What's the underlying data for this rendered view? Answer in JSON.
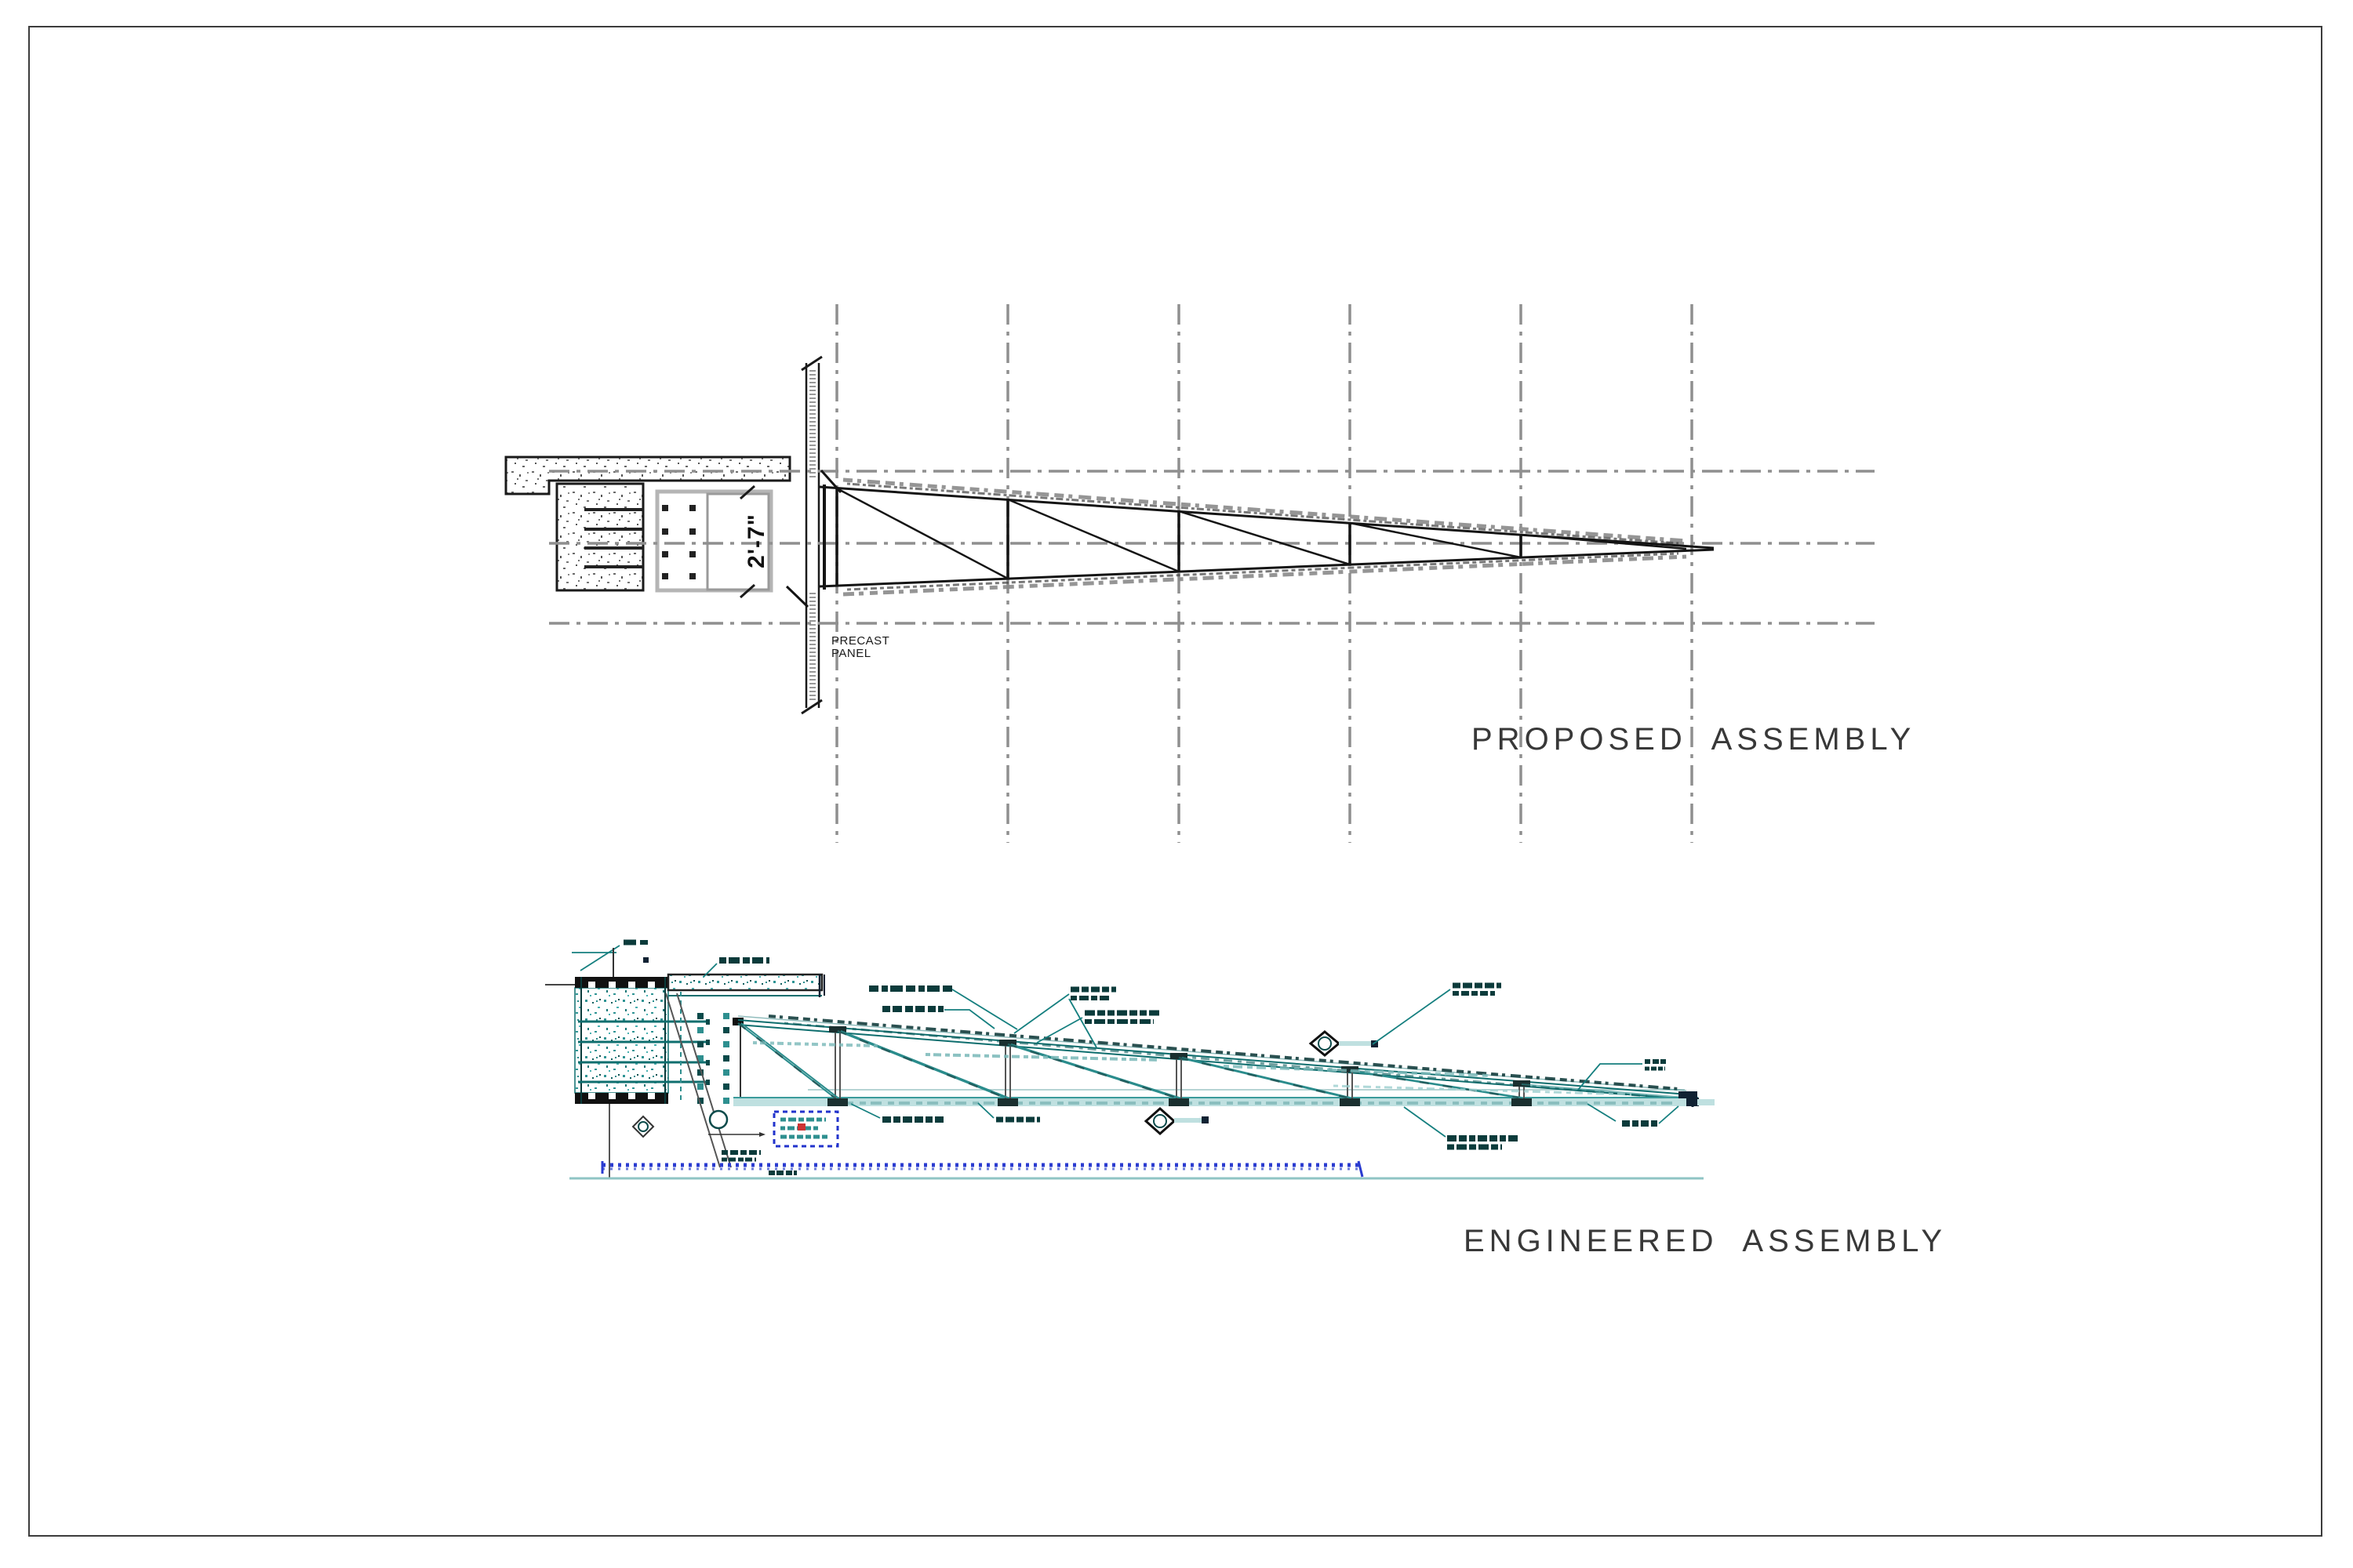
{
  "page": {
    "background": "#ffffff",
    "frame_color": "#3c3c3c"
  },
  "proposed_assembly": {
    "title": "PROPOSED ASSEMBLY",
    "dimension_label": "2'-7\"",
    "panel_label": {
      "line1": "PRECAST",
      "line2": "PANEL"
    },
    "grid": {
      "vertical_lines": 6,
      "horizontal_lines": 3
    }
  },
  "engineered_assembly": {
    "title": "ENGINEERED ASSEMBLY"
  },
  "colors": {
    "line_dark": "#1a1a1a",
    "grid_gray": "#8f8f8f",
    "fuzz_gray": "#8a8a8a",
    "teal": "#0e6e6e",
    "teal_mid": "#3b9b9b",
    "teal_light": "#bfe0e0",
    "teal_dark": "#0b3b3b",
    "blue_dotted": "#2a3bd0",
    "blue_dashed_box": "#2233cc",
    "red_mark": "#cc3333"
  }
}
